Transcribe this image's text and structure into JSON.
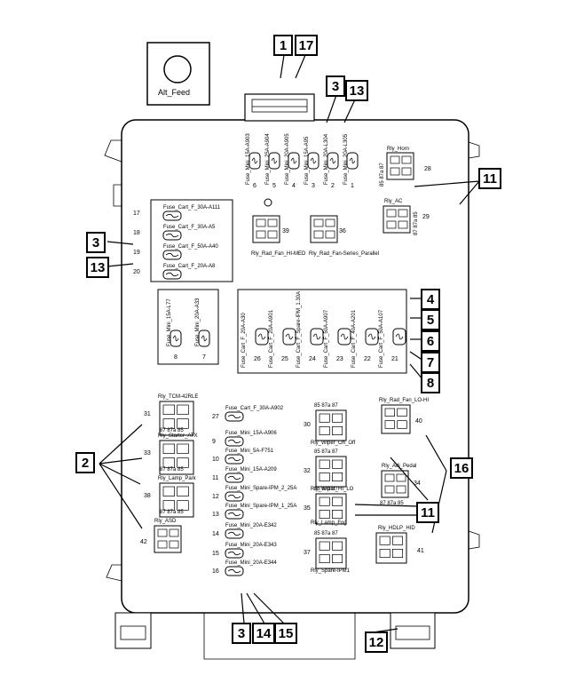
{
  "alt_feed_label": "Alt_Feed",
  "callouts": [
    {
      "id": "c1",
      "label": "1"
    },
    {
      "id": "c17",
      "label": "17"
    },
    {
      "id": "c3a",
      "label": "3"
    },
    {
      "id": "c13a",
      "label": "13"
    },
    {
      "id": "c11a",
      "label": "11"
    },
    {
      "id": "c3b",
      "label": "3"
    },
    {
      "id": "c13b",
      "label": "13"
    },
    {
      "id": "c4",
      "label": "4"
    },
    {
      "id": "c5",
      "label": "5"
    },
    {
      "id": "c6",
      "label": "6"
    },
    {
      "id": "c7",
      "label": "7"
    },
    {
      "id": "c8",
      "label": "8"
    },
    {
      "id": "c2",
      "label": "2"
    },
    {
      "id": "c16",
      "label": "16"
    },
    {
      "id": "c11b",
      "label": "11"
    },
    {
      "id": "c3c",
      "label": "3"
    },
    {
      "id": "c14",
      "label": "14"
    },
    {
      "id": "c15",
      "label": "15"
    },
    {
      "id": "c12",
      "label": "12"
    }
  ],
  "top_fuses": [
    {
      "label": "Fuse_Mini_15A-A903",
      "num": "6"
    },
    {
      "label": "Fuse_Mini_25A-A904",
      "num": "5"
    },
    {
      "label": "Fuse_Mini_20A-A905",
      "num": "4"
    },
    {
      "label": "Fuse_Mini_15A-A95",
      "num": "3"
    },
    {
      "label": "Fuse_Mini_20A-L304",
      "num": "2"
    },
    {
      "label": "Fuse_Mini_20A-L305",
      "num": "1"
    }
  ],
  "cart_left": [
    {
      "num": "17",
      "label": "Fuse_Cart_F_30A-A111"
    },
    {
      "num": "18",
      "label": "Fuse_Cart_F_30A-A5"
    },
    {
      "num": "19",
      "label": "Fuse_Cart_F_50A-A40"
    },
    {
      "num": "20",
      "label": "Fuse_Cart_F_20A-A8"
    }
  ],
  "relay_horn": {
    "label": "Rly_Horn",
    "pins": "85 87a 87",
    "num": "28"
  },
  "relay_ac": {
    "label": "Rly_AC",
    "pins": "87 87a 85",
    "num": "29"
  },
  "relay_rad_hi_med": {
    "label": "Rly_Rad_Fan_HI-MED",
    "num": "39"
  },
  "relay_rad_series": {
    "label": "Rly_Rad_Fan-Series_Parallel",
    "num": "36"
  },
  "mini_left": [
    {
      "label": "Fuse_Mini_15A-L77",
      "num": "8"
    },
    {
      "label": "Fuse_Mini_20A-A33",
      "num": "7"
    }
  ],
  "cart_mid": [
    {
      "label": "Fuse_Cart_F_20A-A30",
      "num": "26"
    },
    {
      "label": "Fuse_Cart_F_20A-A901",
      "num": "25"
    },
    {
      "label": "Fuse_Cart_F_Spare-IPM_1.30A",
      "num": "24"
    },
    {
      "label": "Fuse_Cart_F_50A-A907",
      "num": "23"
    },
    {
      "label": "Fuse_Cart_F_40A-A201",
      "num": "22"
    },
    {
      "label": "Fuse_Cart_F_50A-A107",
      "num": "21"
    }
  ],
  "left_relays": [
    {
      "label": "Rly_TCM-42RLE",
      "num": "31",
      "pins": "87 87a 85"
    },
    {
      "label": "Rly_Starter_ATX",
      "num": "33",
      "pins": "87 87a 85"
    },
    {
      "label": "Rly_Lamp_Park",
      "num": "38",
      "pins": "87 87a 85"
    },
    {
      "label": "Rly_ASD",
      "num": "42",
      "pins": ""
    }
  ],
  "mid_fuses": [
    {
      "num": "27",
      "label": "Fuse_Cart_F_30A-A902"
    },
    {
      "num": "9",
      "label": "Fuse_Mini_15A-A906"
    },
    {
      "num": "10",
      "label": "Fuse_Mini_5A-F751"
    },
    {
      "num": "11",
      "label": "Fuse_Mini_15A-A209"
    },
    {
      "num": "12",
      "label": "Fuse_Mini_Spare-IPM_2_25A"
    },
    {
      "num": "13",
      "label": "Fuse_Mini_Spare-IPM_1_25A"
    },
    {
      "num": "14",
      "label": "Fuse_Mini_20A-E342"
    },
    {
      "num": "15",
      "label": "Fuse_Mini_20A-E343"
    },
    {
      "num": "16",
      "label": "Fuse_Mini_20A-E344"
    }
  ],
  "right_relays": [
    {
      "label": "Rly_Wiper_On_Off",
      "num": "30",
      "pins": "85 87a 87"
    },
    {
      "label": "Rly_Wiper_HI_LO",
      "num": "32",
      "pins": "85 87a 87"
    },
    {
      "label": "Rly_Lamp_Fog",
      "num": "35",
      "pins": "85 87a 87"
    },
    {
      "label": "Rly_Spare-IPM1",
      "num": "37",
      "pins": "85 87a 87"
    }
  ],
  "far_right_relays": [
    {
      "label": "Rly_Rad_Fan_LO-HI",
      "num": "40"
    },
    {
      "label": "Rly_Adj_Pedal",
      "num": "34",
      "pins": "87 87a 85"
    },
    {
      "label": "Rly_HDLP_HID",
      "num": "41"
    }
  ]
}
